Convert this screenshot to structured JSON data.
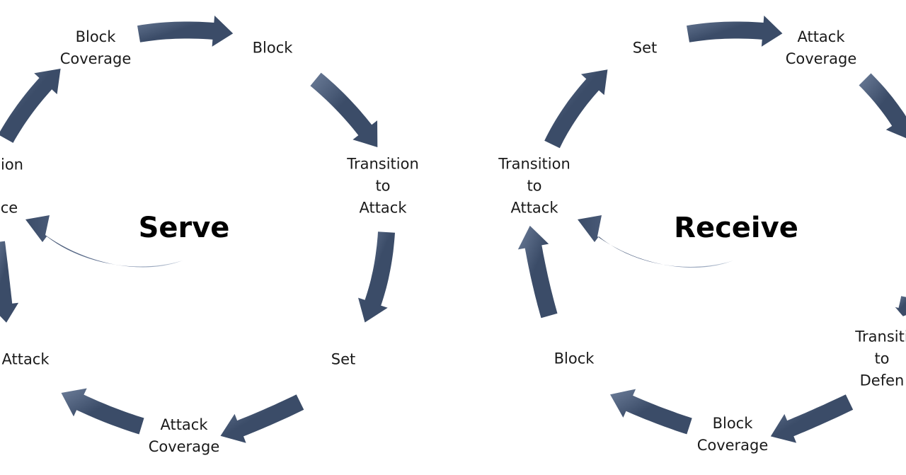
{
  "serve_cycle": {
    "center": "Serve",
    "labels": {
      "block_coverage": [
        "Block",
        "Coverage"
      ],
      "block": [
        "Block"
      ],
      "transition_to_attack": [
        "Transition",
        "to",
        "Attack"
      ],
      "set": [
        "Set"
      ],
      "attack_coverage": [
        "Attack",
        "Coverage"
      ],
      "attack": [
        "Attack"
      ],
      "transition_partial": [
        "ion"
      ],
      "defence_partial": [
        "ce"
      ]
    }
  },
  "receive_cycle": {
    "center": "Receive",
    "labels": {
      "set": [
        "Set"
      ],
      "attack_coverage": [
        "Attack",
        "Coverage"
      ],
      "transition_to_attack": [
        "Transition",
        "to",
        "Attack"
      ],
      "block": [
        "Block"
      ],
      "block_coverage": [
        "Block",
        "Coverage"
      ],
      "transition_to_defence": [
        "Transiti",
        "to",
        "Defen"
      ]
    }
  },
  "colors": {
    "arrow_dark": "#3b4c68",
    "arrow_light": "#c4cedb",
    "text": "#1a1a1a"
  }
}
